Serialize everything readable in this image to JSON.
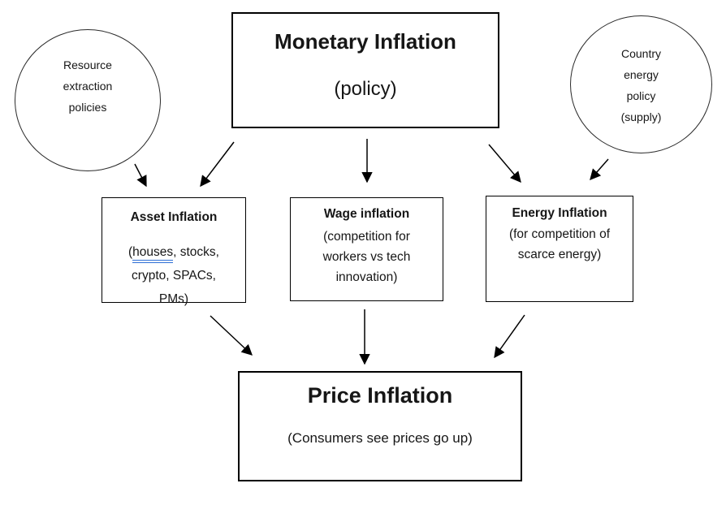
{
  "diagram_title": "Inflation causes flow diagram",
  "nodes": {
    "resource": {
      "lines": [
        "Resource",
        "extraction",
        "policies"
      ]
    },
    "country": {
      "lines": [
        "Country",
        "energy",
        "policy",
        "(supply)"
      ]
    },
    "monetary": {
      "title": "Monetary Inflation",
      "subtitle": "(policy)"
    },
    "asset": {
      "title": "Asset Inflation",
      "line1_pre": "(",
      "line1_underlined": "houses",
      "line1_post": ", stocks,",
      "line2": "crypto, SPACs,",
      "line3": "PMs)"
    },
    "wage": {
      "title": "Wage inflation",
      "lines": [
        "(competition for",
        "workers vs tech",
        "innovation)"
      ]
    },
    "energy": {
      "title": "Energy Inflation",
      "lines": [
        "(for competition of",
        "scarce energy)"
      ]
    },
    "price": {
      "title": "Price Inflation",
      "subtitle": "(Consumers see prices go up)"
    }
  },
  "colors": {
    "stroke": "#000000",
    "background": "#ffffff",
    "underline": "#2e6fd6"
  }
}
